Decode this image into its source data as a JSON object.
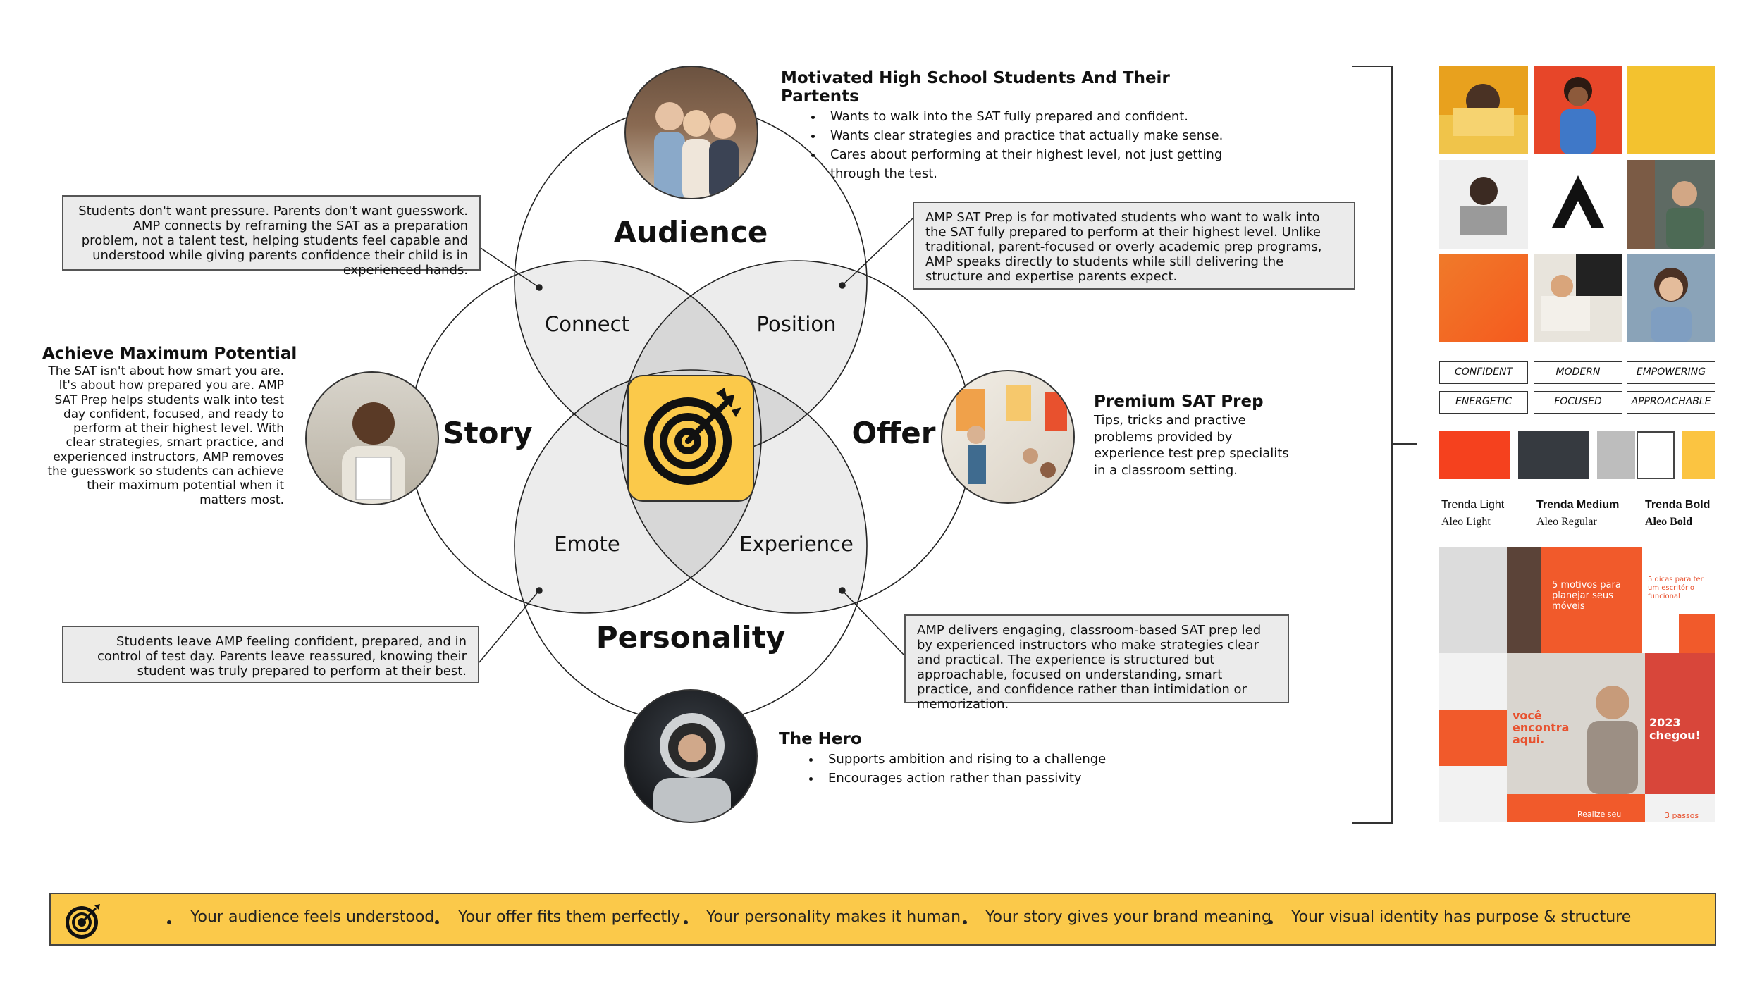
{
  "venn": {
    "circles": [
      "Audience",
      "Offer",
      "Personality",
      "Story"
    ],
    "overlaps": [
      "Connect",
      "Position",
      "Emote",
      "Experience"
    ],
    "center_icon": "target-bullseye-icon"
  },
  "audience": {
    "title": "Motivated High School Students And Their Partents",
    "bullets": [
      "Wants to walk into the SAT fully prepared and confident.",
      "Wants clear strategies and practice that actually make sense.",
      "Cares about performing at their highest level, not just getting through the test."
    ]
  },
  "connect_box": "Students don't want pressure. Parents don't want guesswork. AMP connects by reframing the SAT as a preparation problem, not a talent test, helping students feel capable and understood while giving parents confidence their child is in experienced hands.",
  "position_box": "AMP SAT Prep is for motivated students who want to walk into the SAT fully prepared to perform at their highest level. Unlike traditional, parent-focused or overly academic prep programs, AMP speaks directly to students while still delivering the structure and expertise parents expect.",
  "story": {
    "title": "Achieve Maximum Potential",
    "body": "The SAT isn't about how smart you are. It's about how prepared you are. AMP SAT Prep helps students walk into test day confident, focused, and ready to perform at their highest level. With clear strategies, smart practice, and experienced instructors, AMP removes the guesswork so students can achieve their maximum potential when it matters most."
  },
  "offer": {
    "title": "Premium SAT Prep",
    "body": "Tips, tricks and practive problems provided by experience test prep specialits in a classroom setting."
  },
  "emote_box": "Students leave AMP feeling confident, prepared, and in control of test day. Parents leave reassured, knowing their student was truly prepared to perform at their best.",
  "experience_box": "AMP delivers engaging, classroom-based SAT prep led by experienced instructors who make strategies clear and practical. The experience is structured but approachable, focused on understanding, smart practice, and confidence rather than intimidation or memorization.",
  "personality": {
    "title": "The Hero",
    "bullets": [
      "Supports ambition and rising to a challenge",
      "Encourages action rather than passivity"
    ]
  },
  "brand_panel": {
    "tags": [
      "CONFIDENT",
      "MODERN",
      "EMPOWERING",
      "ENERGETIC",
      "FOCUSED",
      "APPROACHABLE"
    ],
    "colors": [
      "#f5411e",
      "#363a40",
      "#bdbdbd",
      "#ffffff",
      "#fbc441"
    ],
    "fonts": [
      {
        "sans": "Trenda Light",
        "serif": "Aleo Light"
      },
      {
        "sans": "Trenda Medium",
        "serif": "Aleo Regular"
      },
      {
        "sans": "Trenda Bold",
        "serif": "Aleo Bold"
      }
    ],
    "collage_texts": {
      "motivos": "5 motivos para planejar seus móveis",
      "escritorio": "5 dicas para ter um escritório funcional",
      "voce": "você encontra aqui.",
      "chegou": "2023 chegou!",
      "passos": "3 passos",
      "realize": "Realize seu"
    }
  },
  "banner": {
    "items": [
      "Your audience feels understood",
      "Your offer fits them perfectly",
      "Your personality makes it human",
      "Your story gives your brand meaning",
      "Your visual identity has purpose & structure"
    ]
  }
}
